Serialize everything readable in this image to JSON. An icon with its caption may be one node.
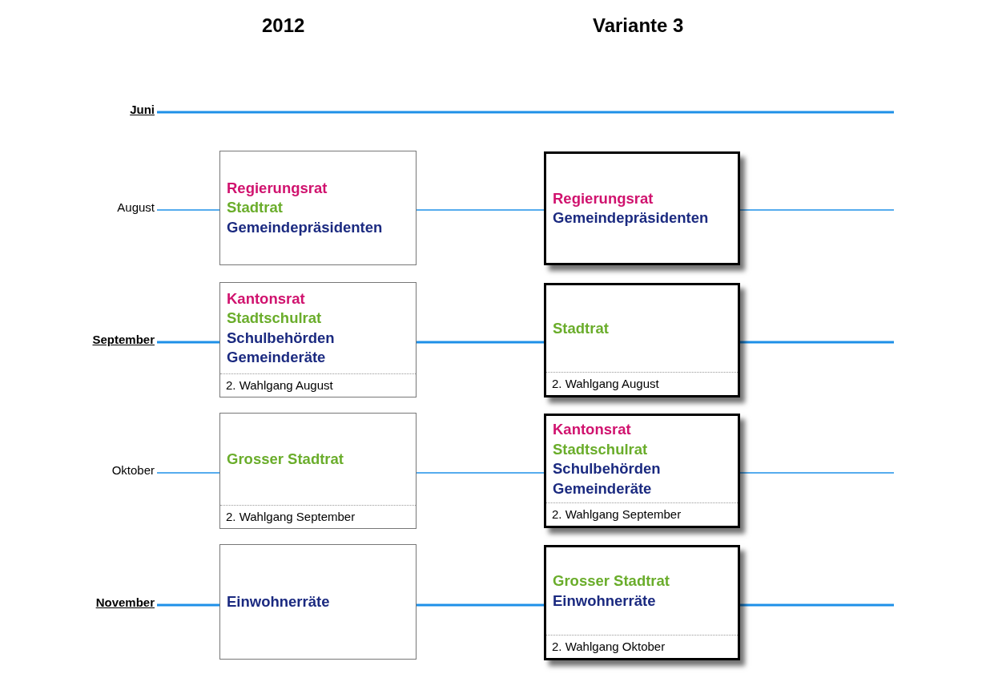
{
  "diagram": {
    "nodes": [
      {
        "text": [
          "Regierungsrat",
          "Stadtrat",
          "Gemeindepräsidenten"
        ]
      },
      {
        "text": [
          "Regierungsrat",
          "Gemeindepräsidenten"
        ]
      },
      {
        "text": [
          "Kantonsrat",
          "Stadtschulrat",
          "Schulbehörden",
          "Gemeinderäte",
          "2. Wahlgang August"
        ]
      },
      {
        "text": [
          "Stadtrat",
          "2. Wahlgang August"
        ]
      },
      {
        "text": [
          "Grosser Stadtrat",
          "2. Wahlgang September"
        ]
      },
      {
        "text": [
          "Kantonsrat",
          "Stadtschulrat",
          "Schulbehörden",
          "Gemeinderäte",
          "2. Wahlgang September"
        ]
      },
      {
        "text": [
          "Einwohnerräte"
        ]
      },
      {
        "text": [
          "Grosser Stadtrat",
          "Einwohnerräte",
          "2. Wahlgang Oktober"
        ]
      }
    ],
    "labels": [
      "2012",
      "Variante 3",
      "Juni",
      "August",
      "September",
      "Oktober",
      "November"
    ]
  }
}
